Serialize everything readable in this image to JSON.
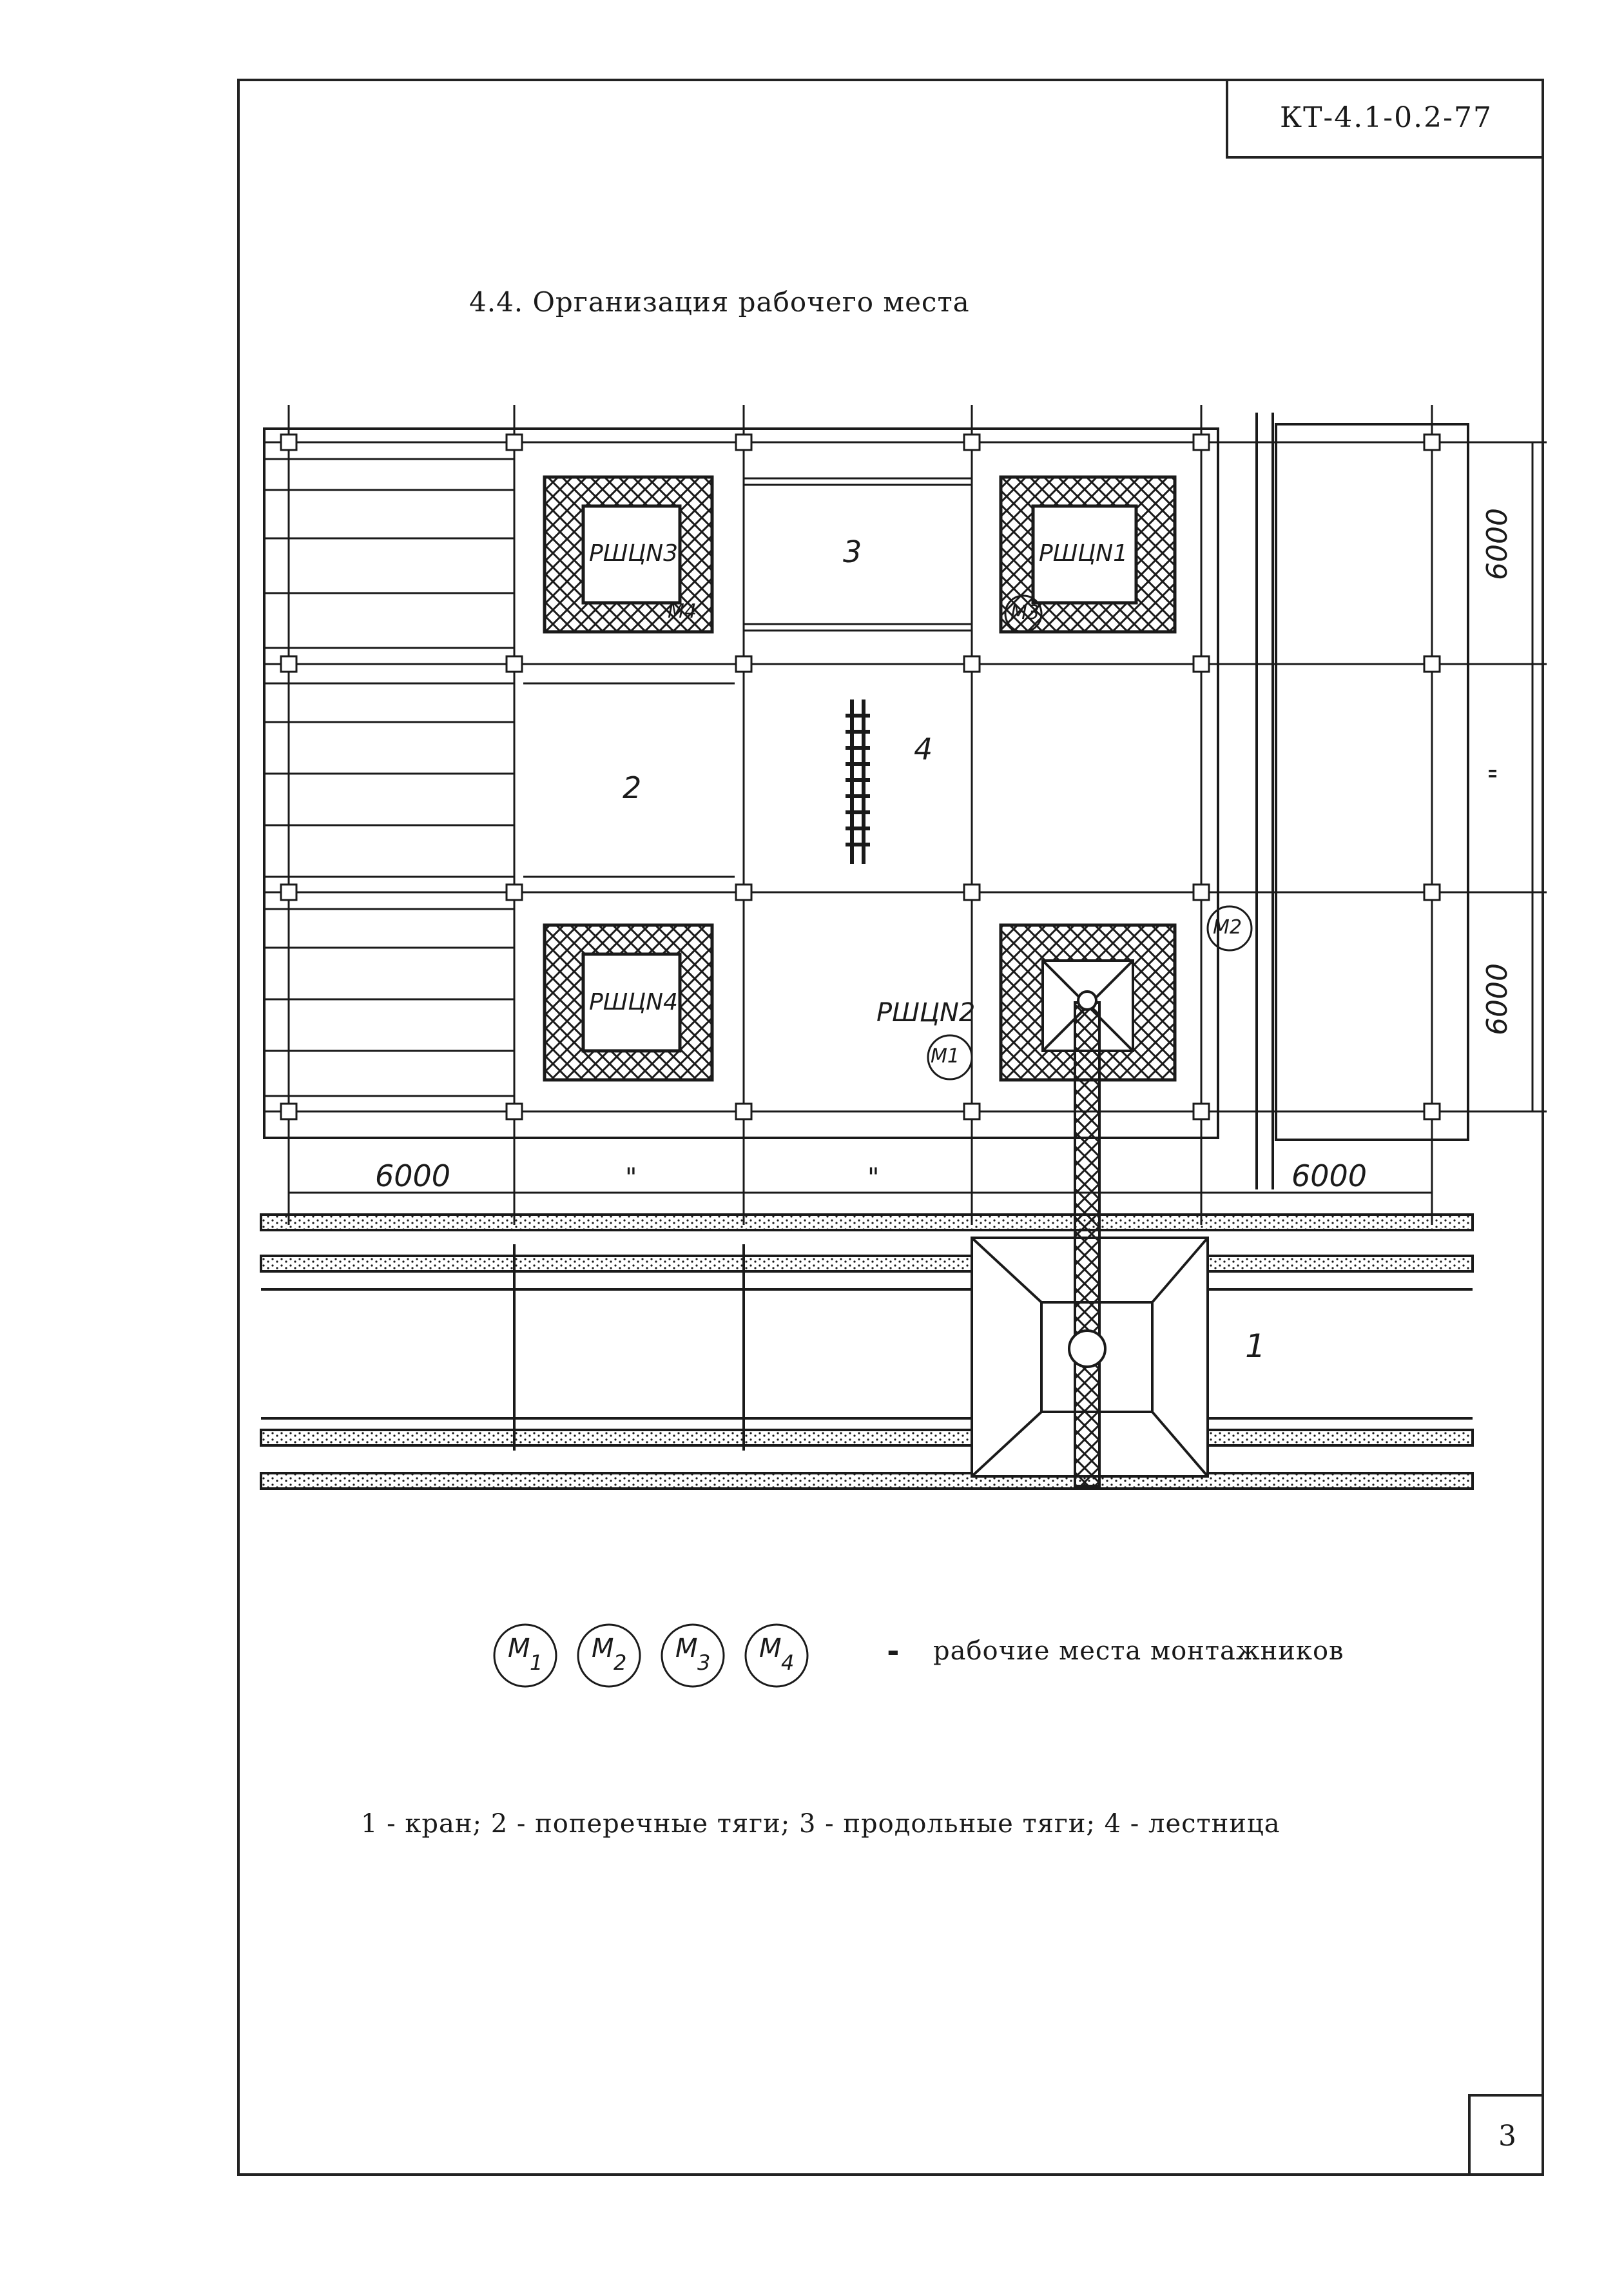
{
  "document": {
    "code": "КТ-4.1-0.2-77",
    "section_title": "4.4. Организация рабочего места",
    "page_number": "3"
  },
  "plan": {
    "hatch_blocks": [
      "РШЦN3",
      "РШЦN1",
      "РШЦN4",
      "РШЦN2"
    ],
    "callouts": [
      "3",
      "2",
      "4",
      "1"
    ],
    "workers_on_plan": [
      "M4",
      "M3",
      "M2",
      "M1"
    ],
    "dim_right": [
      "6000",
      "\"",
      "6000"
    ],
    "dim_bottom": [
      "6000",
      "\"",
      "\"",
      "6000"
    ]
  },
  "legend": {
    "workers": [
      {
        "letter": "M",
        "index": "1"
      },
      {
        "letter": "M",
        "index": "2"
      },
      {
        "letter": "M",
        "index": "3"
      },
      {
        "letter": "M",
        "index": "4"
      }
    ],
    "dash": "-",
    "caption": "рабочие места монтажников",
    "key": "1 - кран; 2 - поперечные тяги; 3 - продольные тяги; 4 - лестница"
  },
  "colors": {
    "ink": "#1a1a1a",
    "paper": "#ffffff"
  }
}
